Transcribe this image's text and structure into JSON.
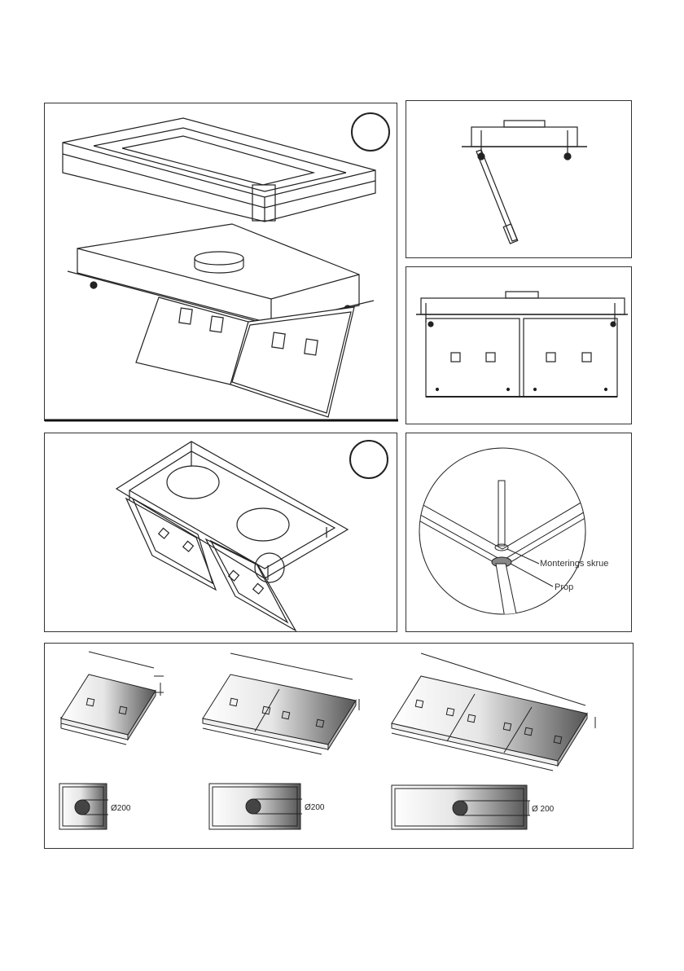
{
  "figure": {
    "labels": {
      "mounting_screw": "Monterings skrue",
      "prop": "Prop",
      "duct_1": "Ø200",
      "duct_2": "Ø200",
      "duct_3": "Ø 200"
    },
    "colors": {
      "line": "#222222",
      "thick_line": "#111111",
      "gradient_light": "#ffffff",
      "gradient_dark": "#555555"
    }
  }
}
